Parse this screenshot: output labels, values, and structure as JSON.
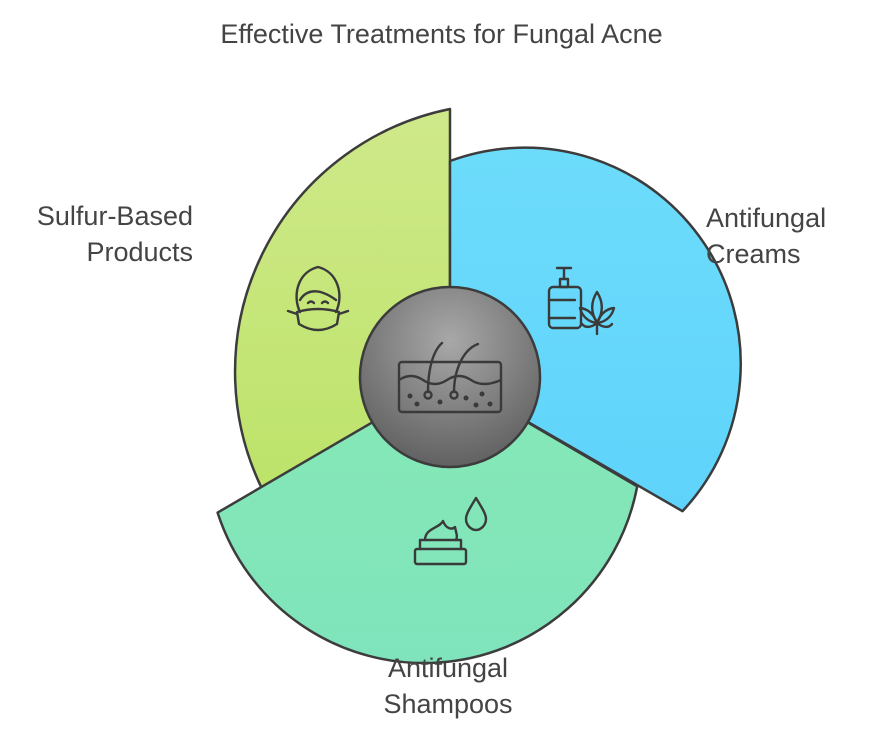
{
  "title": "Effective Treatments for Fungal Acne",
  "segments": [
    {
      "id": "sulfur",
      "line1": "Sulfur-Based",
      "line2": "Products",
      "color": "#c9e87e",
      "icon": "face-mask-icon"
    },
    {
      "id": "creams",
      "line1": "Antifungal",
      "line2": "Creams",
      "color": "#66d9fc",
      "icon": "pump-bottle-leaf-icon"
    },
    {
      "id": "shampoos",
      "line1": "Antifungal",
      "line2": "Shampoos",
      "color": "#84e6b8",
      "icon": "cream-jar-drop-icon"
    }
  ],
  "center": {
    "icon": "skin-hair-follicle-icon",
    "color": "#7c7c7c"
  },
  "outline_color": "#3c3c3c"
}
